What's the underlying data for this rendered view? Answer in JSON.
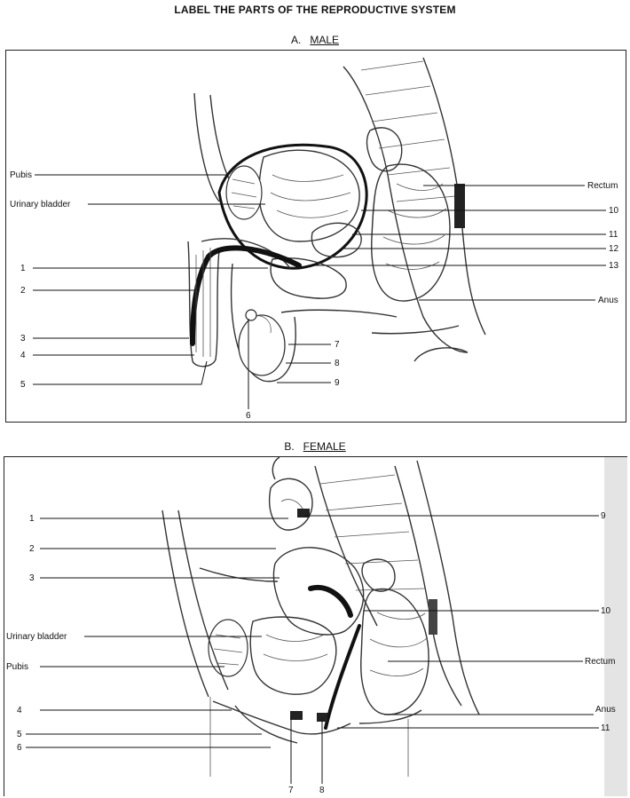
{
  "title": "LABEL THE PARTS OF THE REPRODUCTIVE SYSTEM",
  "male": {
    "prefix": "A.",
    "name": "MALE",
    "labels": {
      "pubis": "Pubis",
      "urinary_bladder": "Urinary bladder",
      "rectum": "Rectum",
      "anus": "Anus",
      "n1": "1",
      "n2": "2",
      "n3": "3",
      "n4": "4",
      "n5": "5",
      "n6": "6",
      "n7": "7",
      "n8": "8",
      "n9": "9",
      "n10": "10",
      "n11": "11",
      "n12": "12",
      "n13": "13"
    }
  },
  "female": {
    "prefix": "B.",
    "name": "FEMALE",
    "labels": {
      "urinary_bladder": "Urinary bladder",
      "pubis": "Pubis",
      "rectum": "Rectum",
      "anus": "Anus",
      "n1": "1",
      "n2": "2",
      "n3": "3",
      "n4": "4",
      "n5": "5",
      "n6": "6",
      "n7": "7",
      "n8": "8",
      "n9": "9",
      "n10": "10",
      "n11": "11"
    }
  }
}
